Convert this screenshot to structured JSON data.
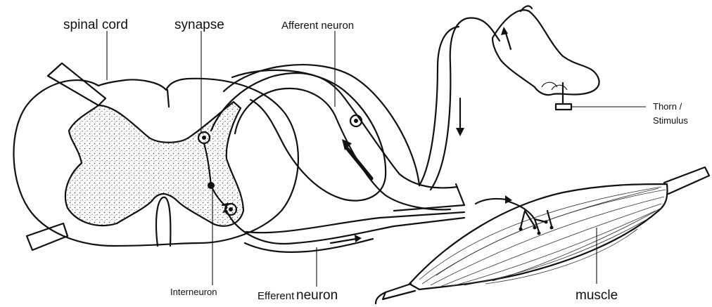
{
  "labels": {
    "spinal_cord": "spinal cord",
    "synapse": "synapse",
    "afferent_neuron": "Afferent neuron",
    "thorn_line1": "Thorn /",
    "thorn_line2": "Stimulus",
    "interneuron": "Interneuron",
    "efferent_prefix": "Efferent",
    "efferent_word": "neuron",
    "muscle": "muscle"
  },
  "colors": {
    "ink": "#111111",
    "grey_matter_stipple": "#444444",
    "background": "#ffffff"
  }
}
